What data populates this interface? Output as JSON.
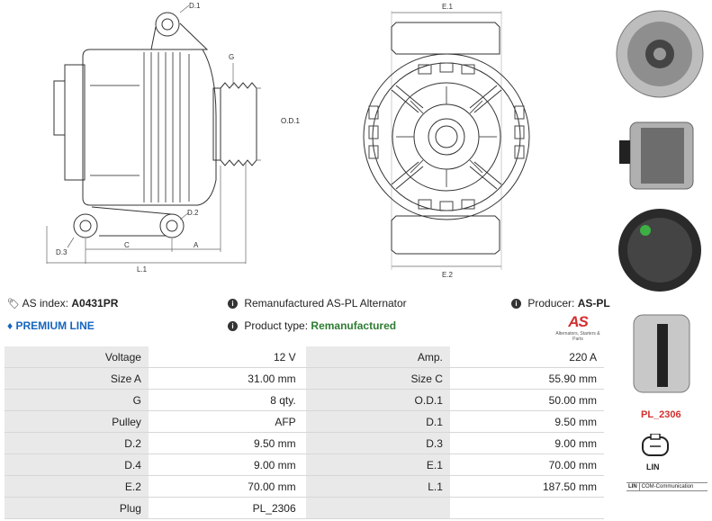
{
  "diagram_labels": {
    "side": {
      "d1": "D.1",
      "g": "G",
      "od1": "O.D.1",
      "d2": "D.2",
      "d3": "D.3",
      "c": "C",
      "a": "A",
      "l1": "L.1"
    },
    "front": {
      "e1": "E.1",
      "e2": "E.2"
    }
  },
  "info": {
    "as_index_label": "AS index:",
    "as_index_value": "A0431PR",
    "description": "Remanufactured AS-PL Alternator",
    "producer_label": "Producer:",
    "producer_value": "AS-PL",
    "premium_line": "PREMIUM LINE",
    "product_type_label": "Product type:",
    "product_type_value": "Remanufactured",
    "logo_text": "AS",
    "logo_tagline": "Alternators, Starters & Parts"
  },
  "specs": [
    {
      "k1": "Voltage",
      "v1": "12 V",
      "k2": "Amp.",
      "v2": "220 A"
    },
    {
      "k1": "Size A",
      "v1": "31.00 mm",
      "k2": "Size C",
      "v2": "55.90 mm"
    },
    {
      "k1": "G",
      "v1": "8 qty.",
      "k2": "O.D.1",
      "v2": "50.00 mm"
    },
    {
      "k1": "Pulley",
      "v1": "AFP",
      "k2": "D.1",
      "v2": "9.50 mm"
    },
    {
      "k1": "D.2",
      "v1": "9.50 mm",
      "k2": "D.3",
      "v2": "9.00 mm"
    },
    {
      "k1": "D.4",
      "v1": "9.00 mm",
      "k2": "E.1",
      "v2": "70.00 mm"
    },
    {
      "k1": "E.2",
      "v1": "70.00 mm",
      "k2": "L.1",
      "v2": "187.50 mm"
    },
    {
      "k1": "Plug",
      "v1": "PL_2306",
      "k2": "",
      "v2": ""
    }
  ],
  "right": {
    "plug_code": "PL_2306",
    "connector_label": "LIN",
    "connector_table": {
      "pin": "LIN",
      "desc": "COM-Communication"
    }
  },
  "colors": {
    "accent_red": "#d32f2f",
    "green": "#2e7d32",
    "premium_blue": "#1565c0",
    "table_key_bg": "#e9e9e9"
  }
}
